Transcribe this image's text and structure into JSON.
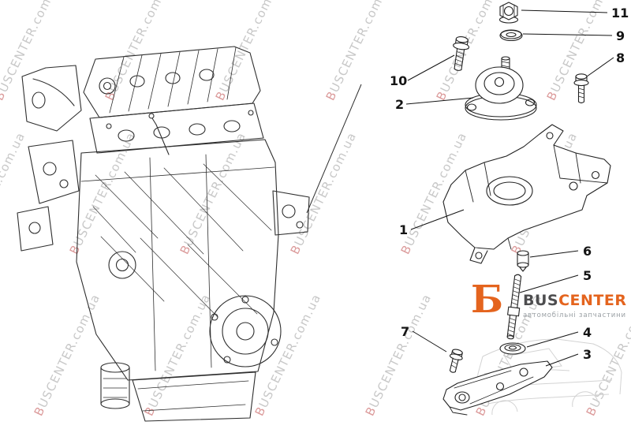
{
  "watermark": {
    "text": "BUSCENTER.com.ua"
  },
  "logo": {
    "icon_letter": "Б",
    "bus": "BUS",
    "center": "CENTER",
    "subtitle": "автомобільні запчастини"
  },
  "callouts": {
    "items": [
      "1",
      "2",
      "3",
      "4",
      "5",
      "6",
      "7",
      "8",
      "9",
      "10",
      "11"
    ]
  },
  "colors": {
    "accent_orange": "#e4641e",
    "line_art": "#2e2e2e",
    "watermark_gray": "#c8c8c8"
  }
}
